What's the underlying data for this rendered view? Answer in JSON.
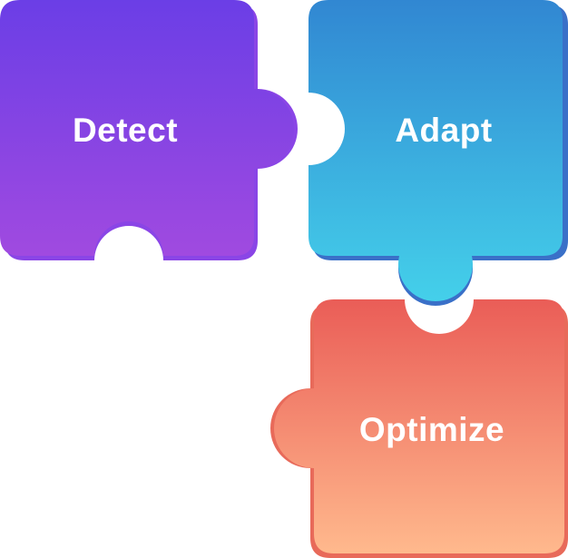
{
  "pieces": [
    {
      "id": "detect",
      "label": "Detect",
      "gradient": [
        "#6b3ee6",
        "#a04ae0"
      ],
      "edge_color": "#8a45e6"
    },
    {
      "id": "adapt",
      "label": "Adapt",
      "gradient": [
        "#3187d2",
        "#44d0ea"
      ],
      "edge_color": "#3a70c8"
    },
    {
      "id": "optimize",
      "label": "Optimize",
      "gradient": [
        "#ea5d57",
        "#ffb98d"
      ],
      "edge_color": "#e86a5a"
    }
  ]
}
